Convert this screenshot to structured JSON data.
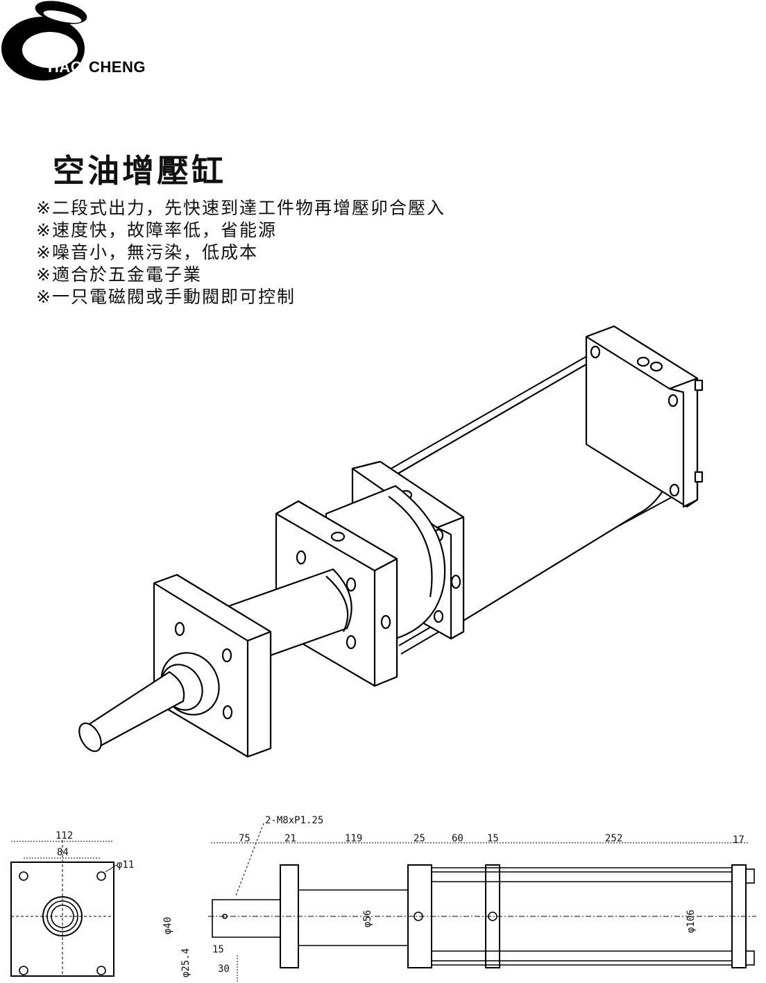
{
  "brand": {
    "part1": "HAO",
    "part2": "CHENG"
  },
  "title": "空油增壓缸",
  "features": [
    "※二段式出力，先快速到達工件物再增壓卯合壓入",
    "※速度快，故障率低，省能源",
    "※噪音小，無污染，低成本",
    "※適合於五金電子業",
    "※一只電磁閥或手動閥即可控制"
  ],
  "end_view": {
    "outer": "112",
    "inner": "84",
    "hole": "φ11"
  },
  "side_view": {
    "thread": "2-M8xP1.25",
    "lengths": [
      "75",
      "21",
      "119",
      "25",
      "60",
      "15",
      "252",
      "17"
    ],
    "dia_rod": "φ40",
    "dia_tip": "φ25.4",
    "dia_body": "φ56",
    "dia_barrel": "φ106",
    "len_15": "15",
    "len_30": "30"
  }
}
